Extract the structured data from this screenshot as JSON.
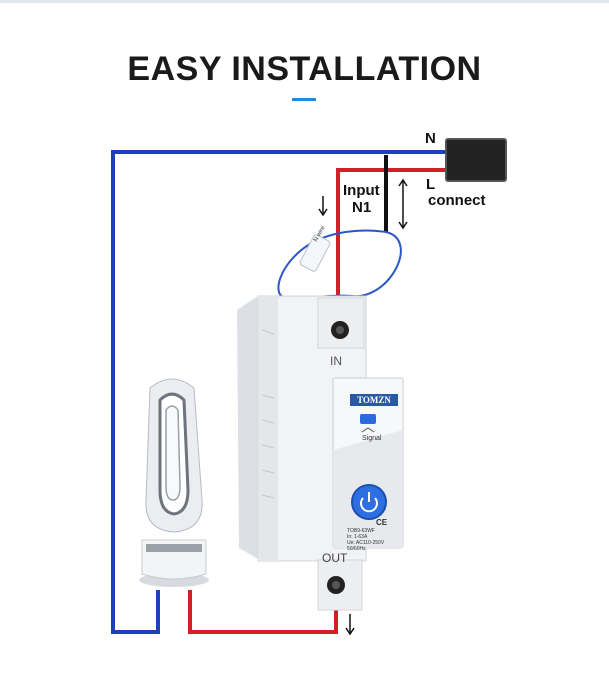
{
  "title": "EASY INSTALLATION",
  "labels": {
    "n": "N",
    "l": "L",
    "connect": "connect",
    "input": "Input",
    "n1": "N1",
    "in": "IN",
    "out": "OUT"
  },
  "device": {
    "brand": "TOMZN",
    "signal": "Signal",
    "spec_lines": [
      "TOB9-63WF",
      "In: 1-63A",
      "Ue: AC110-250V",
      "50/60Hz"
    ],
    "ce": "CE",
    "tag": "N wire"
  },
  "colors": {
    "neutral_wire": "#1f3fbf",
    "live_wire": "#d32027",
    "signal_led": "#2b6be0",
    "brand_bg": "#2a58a8",
    "accent": "#1d8ee6"
  },
  "icons": [
    "arrow-down-icon",
    "double-arrow-icon",
    "power-button-icon",
    "signal-led-icon"
  ]
}
